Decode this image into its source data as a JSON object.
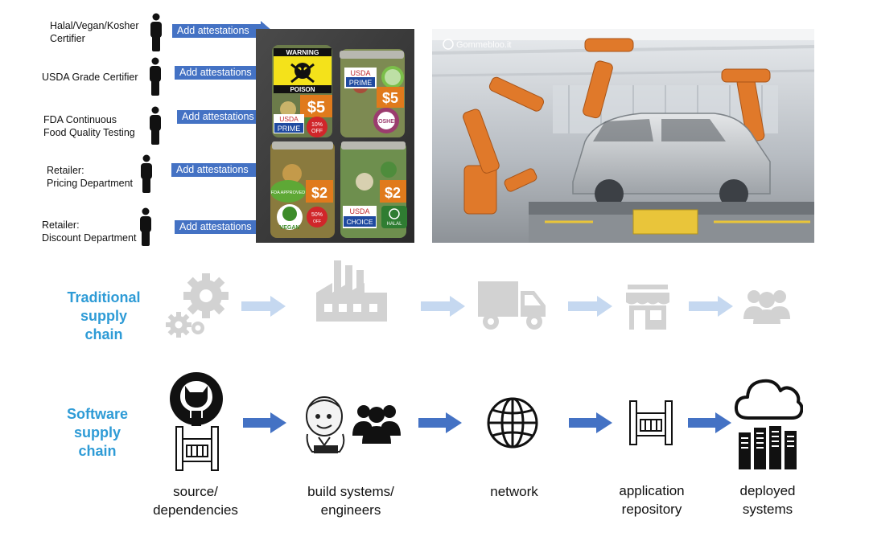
{
  "roles": [
    {
      "name_line1": "Halal/Vegan/Kosher",
      "name_line2": "Certifier",
      "button": "Add attestations"
    },
    {
      "name_line1": "USDA Grade Certifier",
      "name_line2": "",
      "button": "Add attestations"
    },
    {
      "name_line1": "FDA Continuous",
      "name_line2": "Food Quality Testing",
      "button": "Add attestations"
    },
    {
      "name_line1": "Retailer:",
      "name_line2": "Pricing Department",
      "button": "Add attestations"
    },
    {
      "name_line1": "Retailer:",
      "name_line2": "Discount Department",
      "button": "Add attestations"
    }
  ],
  "food_labels": {
    "warning": "WARNING",
    "poison": "POISON",
    "usda1": "USDA",
    "prime1": "PRIME",
    "usda2": "USDA",
    "prime2": "PRIME",
    "price5a": "$5",
    "price5b": "$5",
    "pct10": "10%",
    "off10": "OFF",
    "kosher": "KOSHER",
    "fda": "FDA APPROVED",
    "price2a": "$2",
    "price2b": "$2",
    "usda3": "USDA",
    "choice": "CHOICE",
    "vegan": "VEGAN",
    "pct50": "50%",
    "off50": "OFF",
    "halal": "HALAL"
  },
  "watermark": "Gommebloo.it",
  "traditional": {
    "line1": "Traditional",
    "line2": "supply",
    "line3": "chain"
  },
  "software": {
    "line1": "Software",
    "line2": "supply",
    "line3": "chain"
  },
  "captions": {
    "c1a": "source/",
    "c1b": "dependencies",
    "c2a": "build systems/",
    "c2b": "engineers",
    "c3a": "network",
    "c4a": "application",
    "c4b": "repository",
    "c5a": "deployed",
    "c5b": "systems"
  },
  "colors": {
    "arrow_dark": "#4472c4",
    "arrow_light": "#c5d8f0",
    "label_blue": "#2e9bd6",
    "icon_gray": "#d2d2d2"
  }
}
